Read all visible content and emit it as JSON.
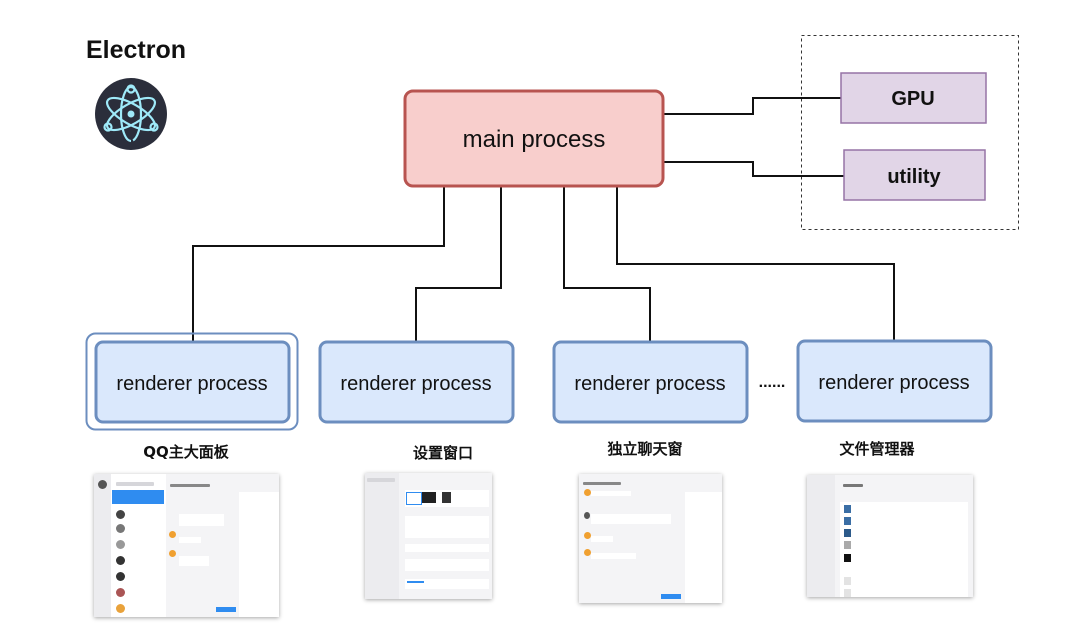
{
  "title": "Electron",
  "logo": {
    "icon": "electron-atom-logo",
    "bg": "#2b2e3b",
    "fg": "#9feaf9"
  },
  "main_process": {
    "label": "main process",
    "fill": "#f8cecc",
    "stroke": "#b85450"
  },
  "utility_group": [
    {
      "label": "GPU"
    },
    {
      "label": "utility"
    }
  ],
  "utility_colors": {
    "fill": "#e1d5e7",
    "stroke": "#9673a6"
  },
  "renderers": [
    {
      "label": "renderer process",
      "caption": "QQ主大面板",
      "selected": true
    },
    {
      "label": "renderer process",
      "caption": "设置窗口"
    },
    {
      "label": "renderer process",
      "caption": "独立聊天窗"
    },
    {
      "label": "renderer process",
      "caption": "文件管理器"
    }
  ],
  "renderer_colors": {
    "fill": "#dae8fc",
    "stroke": "#6c8ebf"
  },
  "ellipsis": "......"
}
